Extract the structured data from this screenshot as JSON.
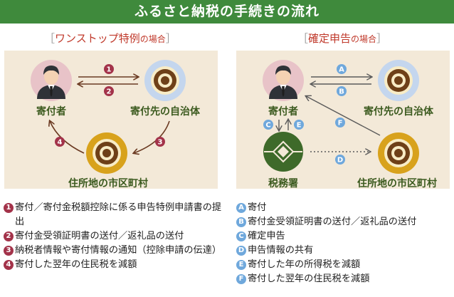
{
  "title": "ふるさと納税の手続きの流れ",
  "left_panel": {
    "heading_main": "ワンストップ特例",
    "heading_suffix": "の場合",
    "donor": "寄付者",
    "municipality": "寄付先の自治体",
    "local": "住所地の市区町村",
    "steps": [
      "1",
      "2",
      "3",
      "4"
    ]
  },
  "right_panel": {
    "heading_main": "確定申告",
    "heading_suffix": "の場合",
    "donor": "寄付者",
    "municipality": "寄付先の自治体",
    "tax_office": "税務署",
    "local": "住所地の市区町村",
    "steps": [
      "A",
      "B",
      "C",
      "D",
      "E",
      "F"
    ]
  },
  "left_legend": [
    {
      "mark": "1",
      "text": "寄付／寄付金税額控除に係る申告特例申請書の提出"
    },
    {
      "mark": "2",
      "text": "寄付金受領証明書の送付／返礼品の送付"
    },
    {
      "mark": "3",
      "text": "納税者情報や寄付情報の通知（控除申請の伝達）"
    },
    {
      "mark": "4",
      "text": "寄付した翌年の住民税を減額"
    }
  ],
  "right_legend": [
    {
      "mark": "A",
      "text": "寄付"
    },
    {
      "mark": "B",
      "text": "寄付金受領証明書の送付／返礼品の送付"
    },
    {
      "mark": "C",
      "text": "確定申告"
    },
    {
      "mark": "D",
      "text": "申告情報の共有"
    },
    {
      "mark": "E",
      "text": "寄付した年の所得税を減額"
    },
    {
      "mark": "F",
      "text": "寄付した翌年の住民税を減額"
    }
  ],
  "colors": {
    "title_bg": "#3f8a3c",
    "panel_bg": "#f3e9d8",
    "heading": "#c0392b",
    "label": "#3b5a1e",
    "badge_left": "#a3334a",
    "badge_right": "#6fa8dc",
    "seal_gold": "#d8a21c",
    "seal_brown": "#6e4018"
  }
}
